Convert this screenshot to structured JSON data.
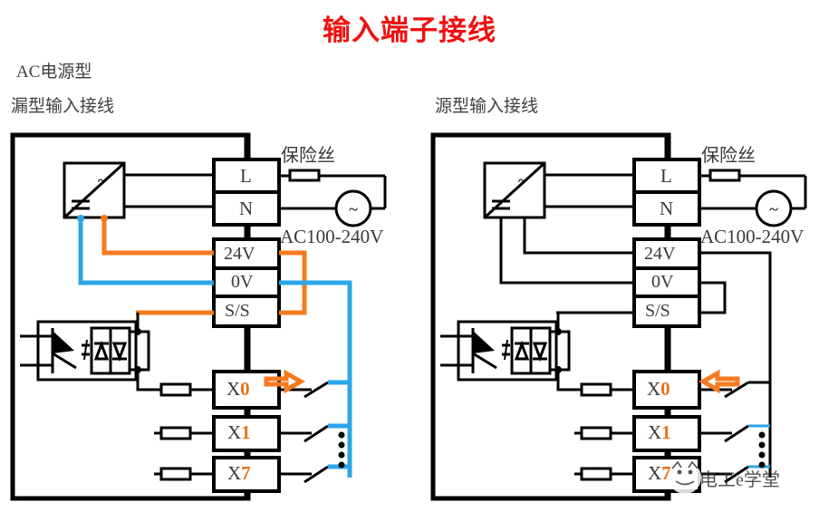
{
  "title": "输入端子接线",
  "title_color": "#f01010",
  "colors": {
    "wire_orange": "#f57b20",
    "wire_blue": "#2ba6e8",
    "wire_black": "#000000",
    "label_gray": "#3a3a3a",
    "digit_orange": "#e2761b"
  },
  "panels": [
    {
      "id": "sink",
      "captions": [
        "AC电源型",
        "漏型输入接线"
      ],
      "wiring_type": "sink",
      "arrow_direction": "right",
      "arrow_color": "#f57b20",
      "uses_color_wires": true,
      "power_block": {
        "symbol_ac": "~",
        "symbol_dc": "---"
      },
      "fuse_label": "保险丝",
      "source_label": "AC100-240V",
      "source_symbol": "~",
      "mains_terminals": [
        {
          "label": "L"
        },
        {
          "label": "N"
        }
      ],
      "supply_terminals": [
        {
          "label": "24V",
          "wire_color": "#f57b20"
        },
        {
          "label": "0V",
          "wire_color": "#2ba6e8"
        },
        {
          "label": "S/S",
          "wire_color": "#f57b20"
        }
      ],
      "input_terminals": [
        {
          "prefix": "X",
          "digit": "0",
          "switch": "open",
          "wire_color": "#2ba6e8"
        },
        {
          "prefix": "X",
          "digit": "1",
          "switch": "open",
          "wire_color": "#2ba6e8"
        },
        {
          "prefix": "X",
          "digit": "7",
          "switch": "open",
          "wire_color": "#2ba6e8"
        }
      ],
      "ellipsis_dots": 4
    },
    {
      "id": "source",
      "captions": [
        "源型输入接线"
      ],
      "wiring_type": "source",
      "arrow_direction": "left",
      "arrow_color": "#f57b20",
      "uses_color_wires": false,
      "power_block": {
        "symbol_ac": "~",
        "symbol_dc": "---"
      },
      "fuse_label": "保险丝",
      "source_label": "AC100-240V",
      "source_symbol": "~",
      "mains_terminals": [
        {
          "label": "L"
        },
        {
          "label": "N"
        }
      ],
      "supply_terminals": [
        {
          "label": "24V",
          "wire_color": "#000000"
        },
        {
          "label": "0V",
          "wire_color": "#000000"
        },
        {
          "label": "S/S",
          "wire_color": "#000000"
        }
      ],
      "input_terminals": [
        {
          "prefix": "X",
          "digit": "0",
          "switch": "open",
          "wire_color": "#000000"
        },
        {
          "prefix": "X",
          "digit": "1",
          "switch": "open",
          "wire_color": "#000000"
        },
        {
          "prefix": "X",
          "digit": "7",
          "switch": "open",
          "wire_color": "#000000"
        }
      ],
      "ellipsis_dots": 4
    }
  ],
  "watermark": {
    "text": "电工e学堂"
  }
}
